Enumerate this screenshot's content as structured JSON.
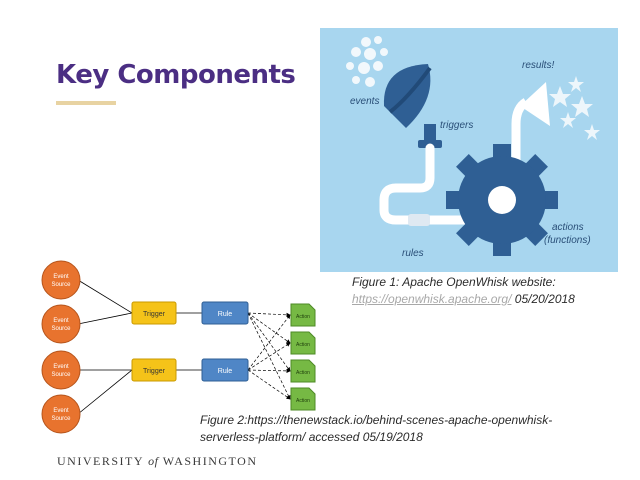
{
  "slide": {
    "title": "Key Components",
    "figure1": {
      "labels": {
        "events": "events",
        "triggers": "triggers",
        "results": "results!",
        "rules": "rules",
        "actions": "actions",
        "functions": "(functions)"
      },
      "caption_prefix": "Figure 1: Apache OpenWhisk website:",
      "caption_url": "https://openwhisk.apache.org/",
      "caption_date": "05/20/2018"
    },
    "figure2": {
      "event_source_line1": "Event",
      "event_source_line2": "Source",
      "trigger_label": "Trigger",
      "rule_label": "Rule",
      "action_label": "Action",
      "caption_line1": "Figure 2:https://thenewstack.io/behind-scenes-apache-openwhisk-",
      "caption_line2": "serverless-platform/  accessed 05/19/2018"
    },
    "footer": {
      "uw_part1": "UNIVERSITY",
      "uw_of": "of",
      "uw_part2": "WASHINGTON"
    },
    "colors": {
      "title": "#4b2e83",
      "accent_bar": "#e8d3a2",
      "figure1_bg": "#a8d6ef",
      "gear": "#2f5f94",
      "event_source": "#e8732e",
      "trigger": "#f5c319",
      "rule": "#4f86c6",
      "action": "#76b944"
    }
  }
}
